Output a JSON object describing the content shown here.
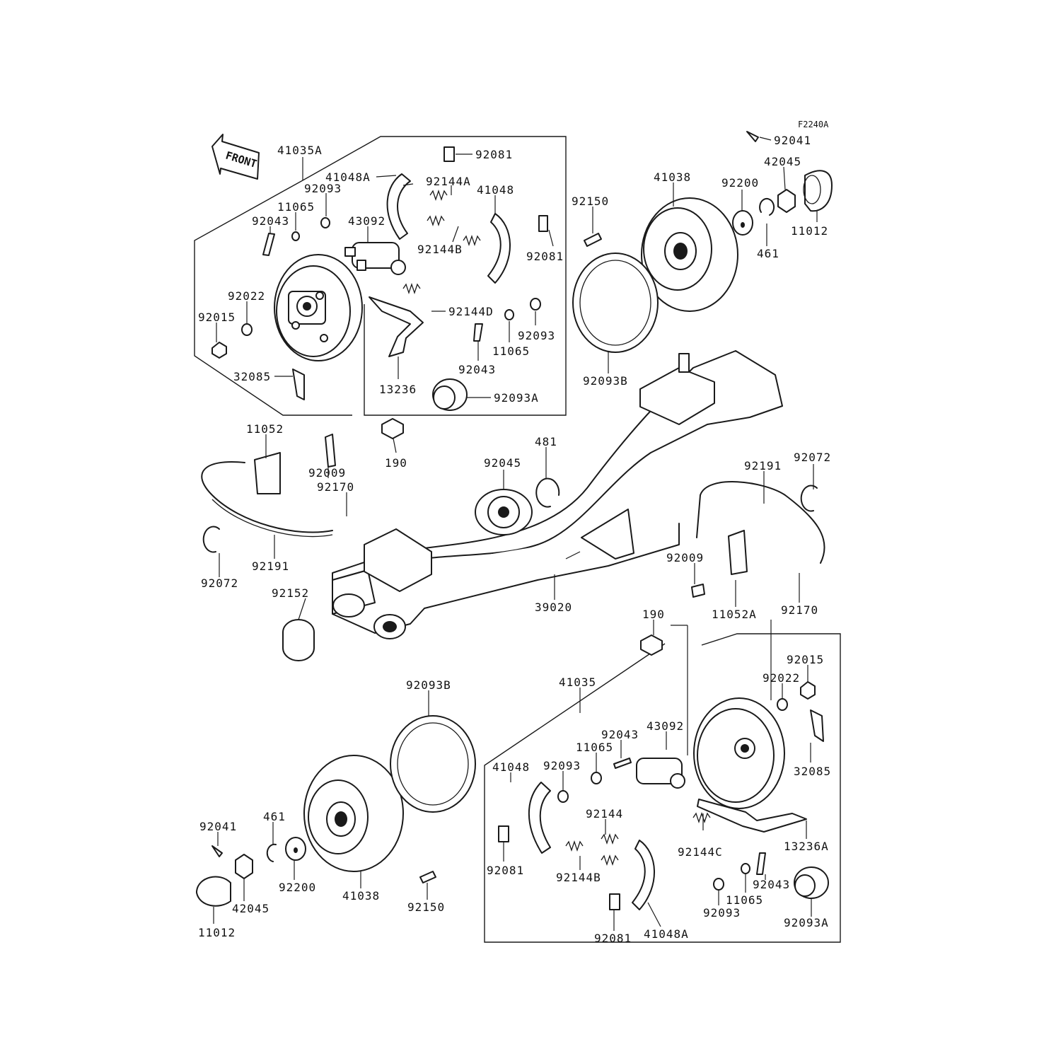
{
  "figure_ref": "F2240A",
  "front_arrow_label": "FRONT",
  "labels": [
    {
      "id": "l01",
      "text": "41035A"
    },
    {
      "id": "l02",
      "text": "92081"
    },
    {
      "id": "l03",
      "text": "41048A"
    },
    {
      "id": "l04",
      "text": "92093"
    },
    {
      "id": "l05",
      "text": "92144A"
    },
    {
      "id": "l06",
      "text": "41048"
    },
    {
      "id": "l07",
      "text": "11065"
    },
    {
      "id": "l08",
      "text": "43092"
    },
    {
      "id": "l09",
      "text": "92043"
    },
    {
      "id": "l10",
      "text": "92144B"
    },
    {
      "id": "l11",
      "text": "92081"
    },
    {
      "id": "l12",
      "text": "92022"
    },
    {
      "id": "l13",
      "text": "92015"
    },
    {
      "id": "l14",
      "text": "92144D"
    },
    {
      "id": "l15",
      "text": "92093"
    },
    {
      "id": "l16",
      "text": "11065"
    },
    {
      "id": "l17",
      "text": "92043"
    },
    {
      "id": "l18",
      "text": "32085"
    },
    {
      "id": "l19",
      "text": "13236"
    },
    {
      "id": "l20",
      "text": "92093A"
    },
    {
      "id": "l21",
      "text": "92041"
    },
    {
      "id": "l22",
      "text": "42045"
    },
    {
      "id": "l23",
      "text": "41038"
    },
    {
      "id": "l24",
      "text": "92200"
    },
    {
      "id": "l25",
      "text": "92150"
    },
    {
      "id": "l26",
      "text": "11012"
    },
    {
      "id": "l27",
      "text": "461"
    },
    {
      "id": "l28",
      "text": "92093B"
    },
    {
      "id": "l29",
      "text": "11052"
    },
    {
      "id": "l30",
      "text": "92009"
    },
    {
      "id": "l31",
      "text": "190"
    },
    {
      "id": "l32",
      "text": "92170"
    },
    {
      "id": "l33",
      "text": "481"
    },
    {
      "id": "l34",
      "text": "92045"
    },
    {
      "id": "l35",
      "text": "92191"
    },
    {
      "id": "l36",
      "text": "92072"
    },
    {
      "id": "l37",
      "text": "92191"
    },
    {
      "id": "l38",
      "text": "92072"
    },
    {
      "id": "l39",
      "text": "92009"
    },
    {
      "id": "l40",
      "text": "92152"
    },
    {
      "id": "l41",
      "text": "39020"
    },
    {
      "id": "l42",
      "text": "11052A"
    },
    {
      "id": "l43",
      "text": "92170"
    },
    {
      "id": "l44",
      "text": "190"
    },
    {
      "id": "l45",
      "text": "92015"
    },
    {
      "id": "l46",
      "text": "92093B"
    },
    {
      "id": "l47",
      "text": "41035"
    },
    {
      "id": "l48",
      "text": "92022"
    },
    {
      "id": "l49",
      "text": "92043"
    },
    {
      "id": "l50",
      "text": "43092"
    },
    {
      "id": "l51",
      "text": "11065"
    },
    {
      "id": "l52",
      "text": "41048"
    },
    {
      "id": "l53",
      "text": "92093"
    },
    {
      "id": "l54",
      "text": "32085"
    },
    {
      "id": "l55",
      "text": "92144"
    },
    {
      "id": "l56",
      "text": "92041"
    },
    {
      "id": "l57",
      "text": "461"
    },
    {
      "id": "l58",
      "text": "13236A"
    },
    {
      "id": "l59",
      "text": "92144C"
    },
    {
      "id": "l60",
      "text": "92081"
    },
    {
      "id": "l61",
      "text": "92144B"
    },
    {
      "id": "l62",
      "text": "92043"
    },
    {
      "id": "l63",
      "text": "92200"
    },
    {
      "id": "l64",
      "text": "42045"
    },
    {
      "id": "l65",
      "text": "41038"
    },
    {
      "id": "l66",
      "text": "92150"
    },
    {
      "id": "l67",
      "text": "11065"
    },
    {
      "id": "l68",
      "text": "92093"
    },
    {
      "id": "l69",
      "text": "11012"
    },
    {
      "id": "l70",
      "text": "92093A"
    },
    {
      "id": "l71",
      "text": "92081"
    },
    {
      "id": "l72",
      "text": "41048A"
    }
  ]
}
